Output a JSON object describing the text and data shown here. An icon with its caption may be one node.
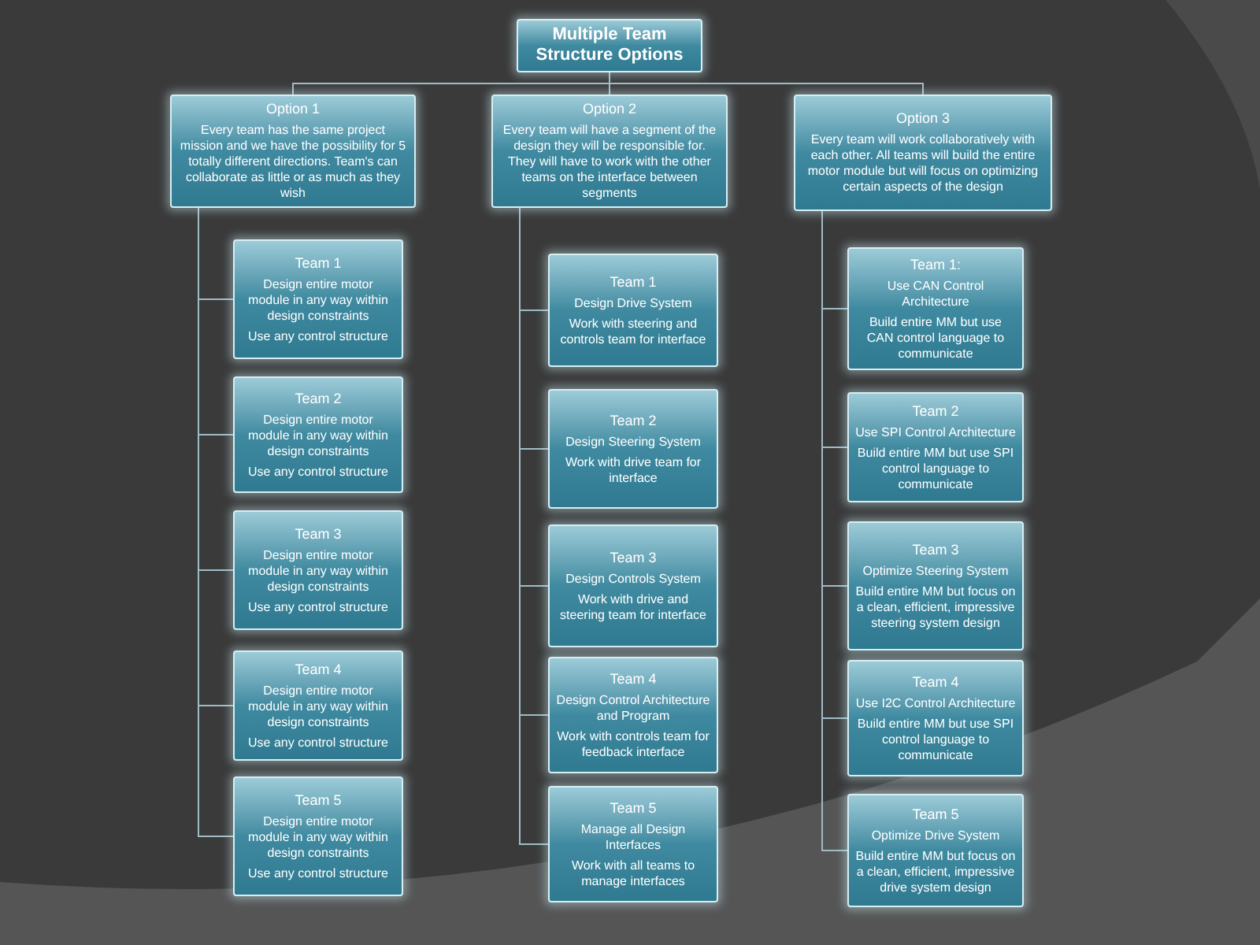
{
  "diagram": {
    "nodes": [
      {
        "text": [
          "Multiple Team Structure Options"
        ]
      },
      {
        "text": [
          "Option 1",
          "Every team has the same project mission and we have the possibility for 5 totally different directions. Team's can collaborate as little or as much as they wish"
        ]
      },
      {
        "text": [
          "Option 2",
          "Every team will have a segment of the design they will be responsible for. They will have to work with the other teams on the interface between segments"
        ]
      },
      {
        "text": [
          "Option 3",
          "Every team will work collaboratively with each other. All teams will build the entire motor module but will focus on optimizing certain aspects of the design"
        ]
      },
      {
        "text": [
          "Team 1",
          "Design entire motor module in any way within design constraints",
          "Use any control structure"
        ]
      },
      {
        "text": [
          "Team 2",
          "Design entire motor module in any way within design constraints",
          "Use any control structure"
        ]
      },
      {
        "text": [
          "Team 3",
          "Design entire motor module in any way within design constraints",
          "Use any control structure"
        ]
      },
      {
        "text": [
          "Team 4",
          "Design entire motor module in any way within design constraints",
          "Use any control structure"
        ]
      },
      {
        "text": [
          "Team 5",
          "Design entire motor module in any way within design constraints",
          "Use any control structure"
        ]
      },
      {
        "text": [
          "Team 1",
          "Design Drive System",
          "Work with steering and controls team for interface"
        ]
      },
      {
        "text": [
          "Team 2",
          "Design Steering System",
          "Work with drive team for interface"
        ]
      },
      {
        "text": [
          "Team 3",
          "Design Controls System",
          "Work with drive and steering team for interface"
        ]
      },
      {
        "text": [
          "Team 4",
          "Design Control Architecture and Program",
          "Work with controls team for feedback interface"
        ]
      },
      {
        "text": [
          "Team 5",
          "Manage all Design Interfaces",
          "Work with all teams to manage interfaces"
        ]
      },
      {
        "text": [
          "Team 1:",
          "Use CAN Control Architecture",
          "Build entire MM but use CAN control language to communicate"
        ]
      },
      {
        "text": [
          "Team 2",
          "Use SPI Control Architecture",
          "Build entire MM but use SPI control language to communicate"
        ]
      },
      {
        "text": [
          "Team 3",
          "Optimize Steering System",
          "Build entire MM but focus on a clean, efficient, impressive steering system design"
        ]
      },
      {
        "text": [
          "Team 4",
          "Use I2C Control Architecture",
          "Build entire MM but use SPI control language to communicate"
        ]
      },
      {
        "text": [
          "Team 5",
          "Optimize Drive System",
          "Build entire MM but focus on a clean, efficient, impressive drive system design"
        ]
      }
    ],
    "edges": [
      {
        "from": 0,
        "to": 1,
        "arrow": "none"
      },
      {
        "from": 0,
        "to": 2,
        "arrow": "none"
      },
      {
        "from": 0,
        "to": 3,
        "arrow": "none"
      },
      {
        "from": 1,
        "to": 4,
        "arrow": "none"
      },
      {
        "from": 1,
        "to": 5,
        "arrow": "none"
      },
      {
        "from": 1,
        "to": 6,
        "arrow": "none"
      },
      {
        "from": 1,
        "to": 7,
        "arrow": "none"
      },
      {
        "from": 1,
        "to": 8,
        "arrow": "none"
      },
      {
        "from": 2,
        "to": 9,
        "arrow": "none"
      },
      {
        "from": 2,
        "to": 10,
        "arrow": "none"
      },
      {
        "from": 2,
        "to": 11,
        "arrow": "none"
      },
      {
        "from": 2,
        "to": 12,
        "arrow": "none"
      },
      {
        "from": 2,
        "to": 13,
        "arrow": "none"
      },
      {
        "from": 3,
        "to": 14,
        "arrow": "none"
      },
      {
        "from": 3,
        "to": 15,
        "arrow": "none"
      },
      {
        "from": 3,
        "to": 16,
        "arrow": "none"
      },
      {
        "from": 3,
        "to": 17,
        "arrow": "none"
      },
      {
        "from": 3,
        "to": 18,
        "arrow": "none"
      }
    ]
  }
}
